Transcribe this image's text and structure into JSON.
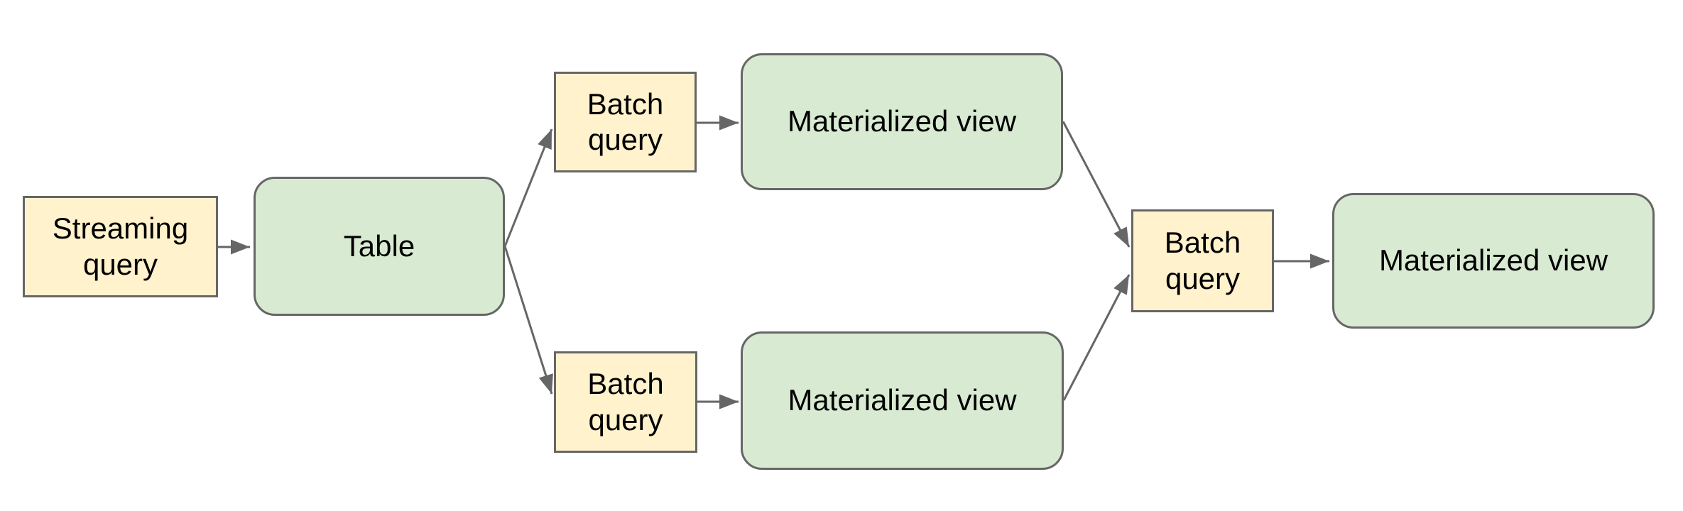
{
  "diagram": {
    "type": "flowchart",
    "background": "#ffffff",
    "colors": {
      "query_fill": "#fff2cc",
      "table_fill": "#d9ead3",
      "border": "#666666",
      "arrow": "#666666",
      "text": "#000000"
    },
    "nodes": [
      {
        "id": "streaming-query",
        "label": "Streaming query",
        "kind": "query"
      },
      {
        "id": "table",
        "label": "Table",
        "kind": "table"
      },
      {
        "id": "batch-query-top",
        "label": "Batch query",
        "kind": "query"
      },
      {
        "id": "materialized-view-top",
        "label": "Materialized view",
        "kind": "table"
      },
      {
        "id": "batch-query-bottom",
        "label": "Batch query",
        "kind": "query"
      },
      {
        "id": "materialized-view-bottom",
        "label": "Materialized view",
        "kind": "table"
      },
      {
        "id": "batch-query-merge",
        "label": "Batch query",
        "kind": "query"
      },
      {
        "id": "materialized-view-final",
        "label": "Materialized view",
        "kind": "table"
      }
    ],
    "edges": [
      {
        "from": "streaming-query",
        "to": "table"
      },
      {
        "from": "table",
        "to": "batch-query-top"
      },
      {
        "from": "table",
        "to": "batch-query-bottom"
      },
      {
        "from": "batch-query-top",
        "to": "materialized-view-top"
      },
      {
        "from": "batch-query-bottom",
        "to": "materialized-view-bottom"
      },
      {
        "from": "materialized-view-top",
        "to": "batch-query-merge"
      },
      {
        "from": "materialized-view-bottom",
        "to": "batch-query-merge"
      },
      {
        "from": "batch-query-merge",
        "to": "materialized-view-final"
      }
    ]
  }
}
